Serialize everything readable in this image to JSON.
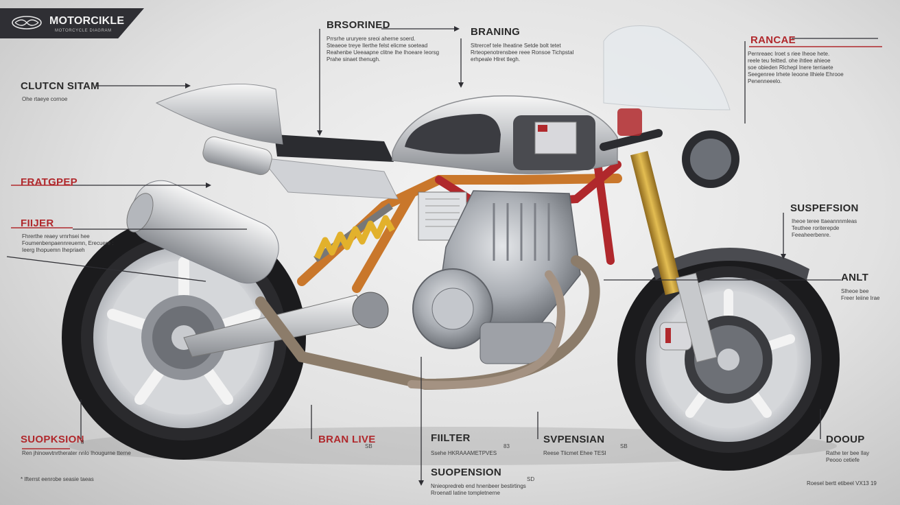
{
  "header": {
    "brand": "MOTORCIKLE",
    "tagline": "MOTORCYCLE DIAGRAM"
  },
  "colors": {
    "accent_red": "#b0282c",
    "frame_orange": "#c9772b",
    "fork_gold": "#c9a23a",
    "dark": "#2f2f34"
  },
  "callouts": {
    "clutch": {
      "title": "CLUTCN SITAM",
      "text": "Ohe rtaeye cornoe"
    },
    "fratgrep": {
      "title": "FRATGPEP"
    },
    "filter_left": {
      "title": "FIIJER",
      "text": "Fhrerthe reaey vrnrhsei hee\nFoumenbenpaennreuemn, Erecuere :\nIeerg Ihopuemn Ihepriaeh"
    },
    "brsorened": {
      "title": "BRSORINED",
      "text": "Prrsrhe ururyere sreoi aherne soerd.\nSteaeoe treye Ilerthe felst elicme soetead\nReahenbe Ueeaapne clitne Ihe Ihoeare Ieorsg\nPrahe sinaet thenugh."
    },
    "braning": {
      "title": "BRANING",
      "text": "Sltrercef tele Iheatine Setde bolt tetet\nRrteopenotrensbee reee Ronsoe Tichpstal\nerhpeale Hlret tlegh."
    },
    "rancal": {
      "title": "RANCAE",
      "text": "Pernreaec Iroet s riee Iheoe hete.\nreele teu feitted. ohe ihtlee ahieoe\nsoe obieden Rlchepl Inere terriaete\nSeegenree Irhete Ieoone Ilhiele Ehrooe\nPenenneeelo."
    },
    "suspension_right": {
      "title": "SUSPEFSION",
      "text": "Iheoe teree ttaeannnmleas\nTeuthee roriterepde\nFeeaheerbenre."
    },
    "anlt": {
      "title": "ANLT",
      "text": "Slheoe bee\nFreer Ieiine Irae"
    },
    "doour": {
      "title": "DOOUP",
      "text": "Rathe ter bee Ilay\nPeooo cetiefe"
    },
    "suspension_left": {
      "title": "SUOPKSION",
      "text": "Ren jhinowvtnrtherater nnlo Ihougurne tterne",
      "num": "8"
    },
    "brain_live": {
      "title": "BRAN LIVE",
      "num": "SB"
    },
    "filter_mid": {
      "title": "FIILTER",
      "text": "Ssehe HKRAAAMETPVES",
      "num": "83"
    },
    "suspension_mid": {
      "title": "SUOPENSION",
      "text": "Nnieopredreb end hnenbeer bestirtings\nRroenatl Iatine tompletnerne",
      "num": "SD"
    },
    "svpension": {
      "title": "SVPENSIAN",
      "text": "Reese Tlicmet Ehee TESI",
      "num": "SB"
    },
    "footnote_left": "* Ifterrst eenrobe seasie taeas",
    "footnote_right": "Roesel bertt etibeel   VX13 19"
  }
}
